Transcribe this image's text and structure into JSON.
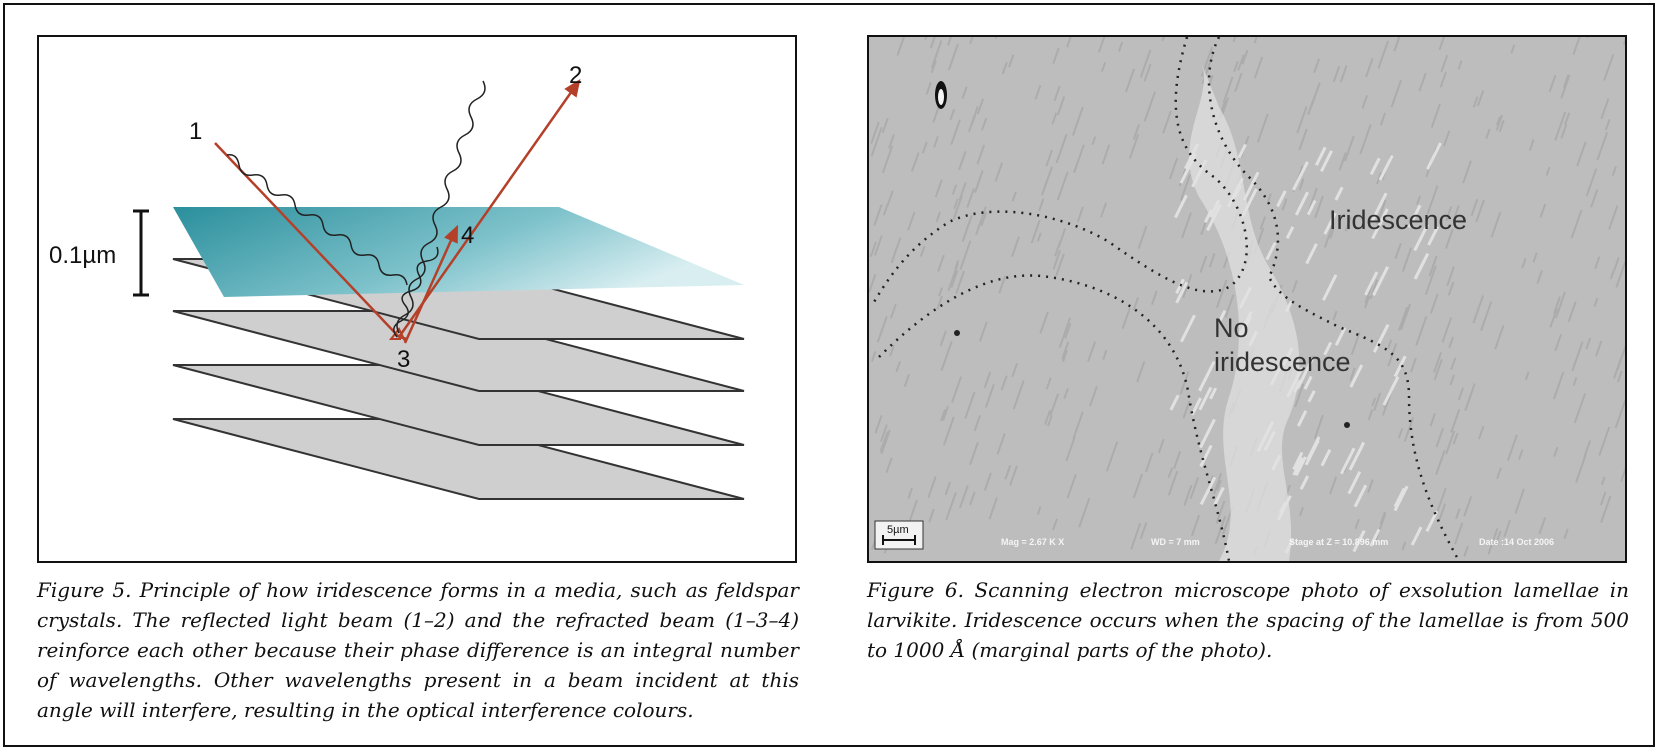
{
  "figure5": {
    "beam_labels": [
      "1",
      "2",
      "3",
      "4"
    ],
    "scale_label": "0.1µm",
    "caption": "Figure 5. Principle of how iridescence forms in a media, such as feldspar crystals. The reflected light beam (1–2) and the refracted beam (1–3–4) reinforce each other because their phase difference is an integral number of wavelengths. Other wavelengths present in a beam incident at this angle will interfere, resulting in the optical interference colours.",
    "colors": {
      "top_layer": "#2a8f9c",
      "lower_layers": "#cfcfcf",
      "beam": "#b5402a"
    }
  },
  "figure6": {
    "region_labels": {
      "iridescence": "Iridescence",
      "no_iridescence_line1": "No",
      "no_iridescence_line2": "iridescence"
    },
    "scalebar_label": "5µm",
    "status_bar": {
      "mag": "Mag =   2.67 K X",
      "wd": "WD =   7 mm",
      "stage": "Stage at Z = 10.896 mm",
      "date": "Date :14 Oct 2006"
    },
    "caption": "Figure 6. Scanning electron microscope photo of exsolution lamellae in larvikite. Iridescence occurs when the spacing of the lamellae is from 500 to 1000 Å (marginal parts of the photo).",
    "colors": {
      "background": "#bdbdbd",
      "bright_phase": "#e6e6e6"
    }
  }
}
